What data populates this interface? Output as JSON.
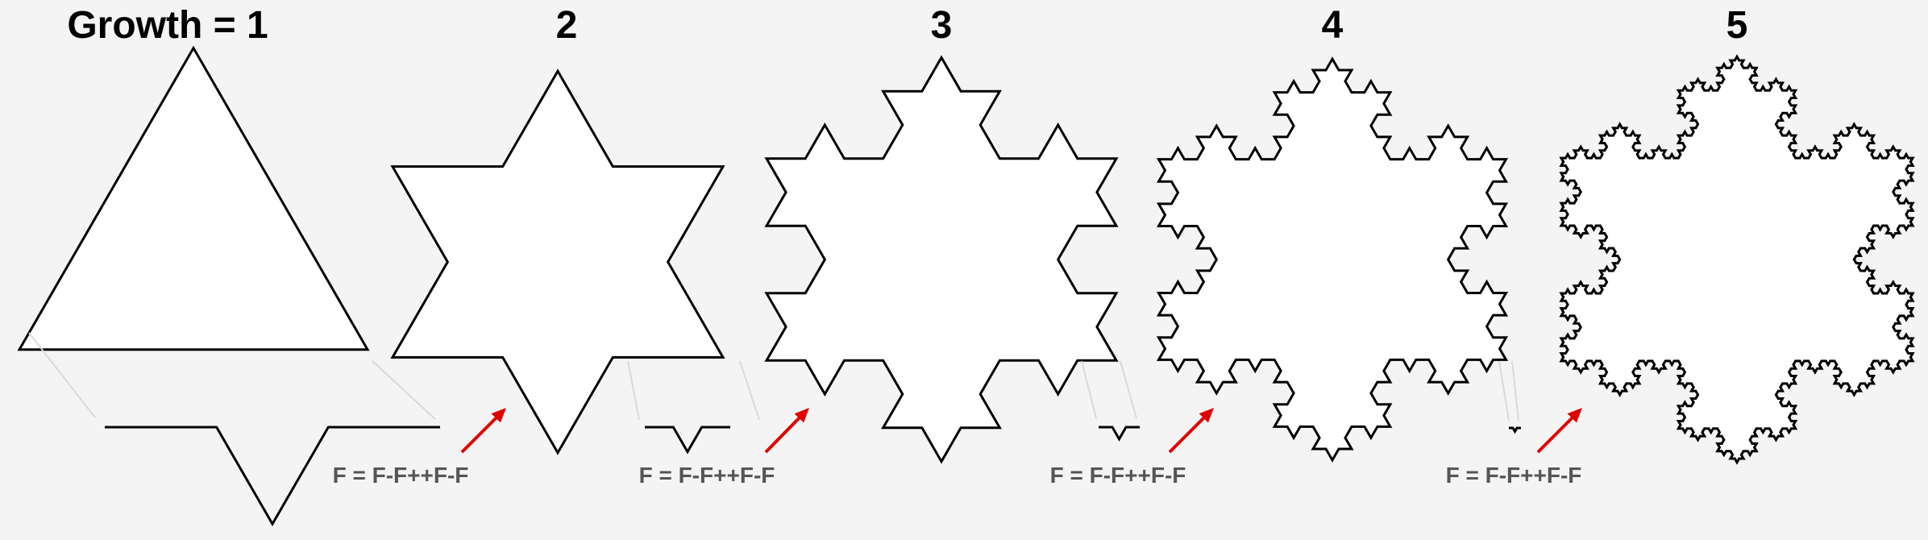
{
  "titles": [
    "Growth = 1",
    "2",
    "3",
    "4",
    "5"
  ],
  "rule": "F = F-F++F-F",
  "colors": {
    "background": "#f4f4f4",
    "outline": "#000000",
    "fill": "#ffffff",
    "pointer": "#d9d9d9",
    "growth_arrow": "#e00000"
  }
}
